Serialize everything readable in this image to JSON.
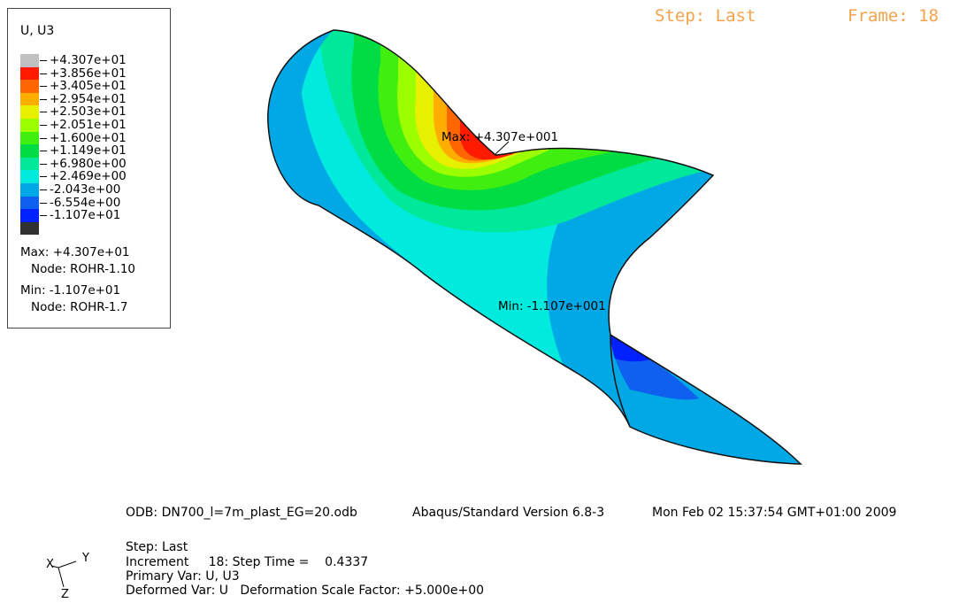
{
  "header": {
    "step": "Step: Last",
    "frame": "Frame: 18"
  },
  "legend": {
    "title": "U, U3",
    "entries": [
      {
        "label": "+4.307e+01",
        "color": "#c0c0c0"
      },
      {
        "label": "+3.856e+01",
        "color": "#ff1a00"
      },
      {
        "label": "+3.405e+01",
        "color": "#ff6600"
      },
      {
        "label": "+2.954e+01",
        "color": "#ffae00"
      },
      {
        "label": "+2.503e+01",
        "color": "#e6f000"
      },
      {
        "label": "+2.051e+01",
        "color": "#9cff00"
      },
      {
        "label": "+1.600e+01",
        "color": "#40ee10"
      },
      {
        "label": "+1.149e+01",
        "color": "#00dd44"
      },
      {
        "label": "+6.980e+00",
        "color": "#00e89a"
      },
      {
        "label": "+2.469e+00",
        "color": "#00eadd"
      },
      {
        "label": "-2.043e+00",
        "color": "#00a8e6"
      },
      {
        "label": "-6.554e+00",
        "color": "#1060f0"
      },
      {
        "label": "-1.107e+01",
        "color": "#0020ff"
      }
    ],
    "bottom_color": "#303030",
    "max_value": "Max: +4.307e+01",
    "max_node": "Node: ROHR-1.10",
    "min_value": "Min: -1.107e+01",
    "min_node": "Node: ROHR-1.7"
  },
  "model": {
    "max_label": "Max: +4.307e+001",
    "min_label": "Min: -1.107e+001"
  },
  "info": {
    "odb": "ODB: DN700_l=7m_plast_EG=20.odb",
    "solver": "Abaqus/Standard Version 6.8-3",
    "date": "Mon Feb 02 15:37:54 GMT+01:00 2009",
    "step": "Step: Last",
    "increment": "Increment     18: Step Time =    0.4337",
    "primary_var": "Primary Var: U, U3",
    "deformed_var": "Deformed Var: U   Deformation Scale Factor: +5.000e+00"
  },
  "triad": {
    "x": "X",
    "y": "Y",
    "z": "Z"
  }
}
